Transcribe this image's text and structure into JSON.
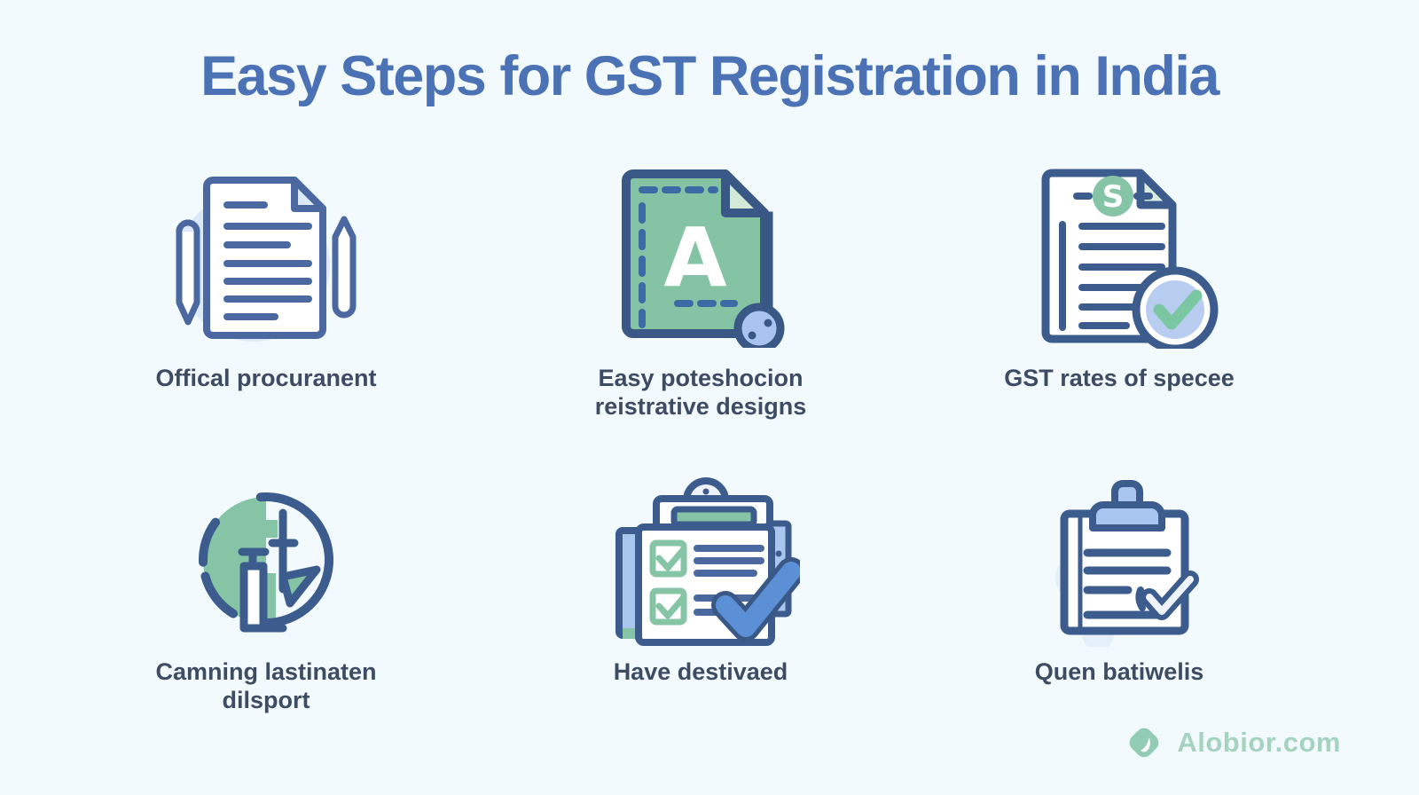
{
  "title": "Easy Steps for GST Registration in India",
  "colors": {
    "background": "#f2fafd",
    "title_blue": "#4a72b4",
    "caption_dark": "#3d4b63",
    "outline_blue": "#3d5c8e",
    "line_blue": "#4b69a0",
    "fill_light_blue": "#a9c6ee",
    "fill_pale_blue": "#dce9f8",
    "green": "#85c5a5",
    "pale_green": "#d9ede0",
    "check_blue": "#5b8fd6",
    "brand_green": "#a5d3bf"
  },
  "steps": [
    {
      "icon": "document-with-pens",
      "label": "Offical procuranent"
    },
    {
      "icon": "green-a-document",
      "label": "Easy poteshocion reistrative designs"
    },
    {
      "icon": "gst-rates-document-check",
      "label": "GST rates of specee"
    },
    {
      "icon": "clock-circle",
      "label": "Camning lastinaten dilsport"
    },
    {
      "icon": "checklist-clipboard-check",
      "label": "Have destivaed"
    },
    {
      "icon": "clipboard-approved",
      "label": "Quen batiwelis"
    }
  ],
  "footer": {
    "brand": "Alobior.com"
  }
}
